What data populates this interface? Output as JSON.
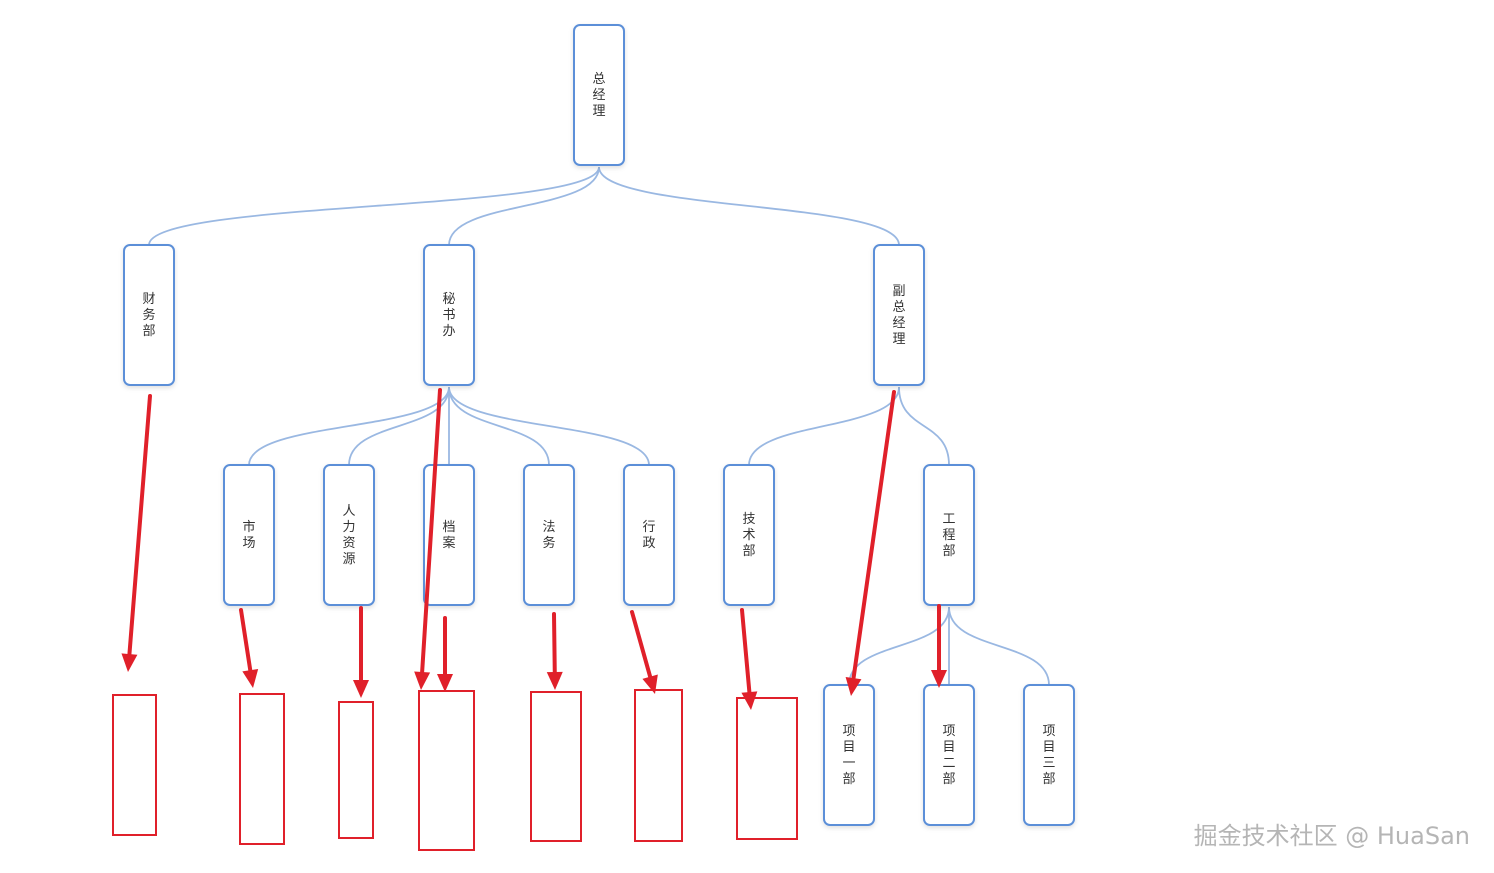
{
  "diagram": {
    "nodes": [
      {
        "id": "ceo",
        "label": "总经理"
      },
      {
        "id": "finance",
        "label": "财务部"
      },
      {
        "id": "secretary",
        "label": "秘书办"
      },
      {
        "id": "vp",
        "label": "副总经理"
      },
      {
        "id": "market",
        "label": "市场"
      },
      {
        "id": "hr",
        "label": "人力资源"
      },
      {
        "id": "archive",
        "label": "档案"
      },
      {
        "id": "legal",
        "label": "法务"
      },
      {
        "id": "admin",
        "label": "行政"
      },
      {
        "id": "tech",
        "label": "技术部"
      },
      {
        "id": "engineering",
        "label": "工程部"
      },
      {
        "id": "proj1",
        "label": "项目一部"
      },
      {
        "id": "proj2",
        "label": "项目二部"
      },
      {
        "id": "proj3",
        "label": "项目三部"
      }
    ],
    "edges": [
      [
        "ceo",
        "finance"
      ],
      [
        "ceo",
        "secretary"
      ],
      [
        "ceo",
        "vp"
      ],
      [
        "secretary",
        "market"
      ],
      [
        "secretary",
        "hr"
      ],
      [
        "secretary",
        "archive"
      ],
      [
        "secretary",
        "legal"
      ],
      [
        "secretary",
        "admin"
      ],
      [
        "vp",
        "tech"
      ],
      [
        "vp",
        "engineering"
      ],
      [
        "engineering",
        "proj1"
      ],
      [
        "engineering",
        "proj2"
      ],
      [
        "engineering",
        "proj3"
      ]
    ],
    "highlight_color": "#e0202a",
    "node_border_color": "#5b8fd8",
    "link_color": "#9ab8e2"
  },
  "watermark": "掘金技术社区 @ HuaSan"
}
